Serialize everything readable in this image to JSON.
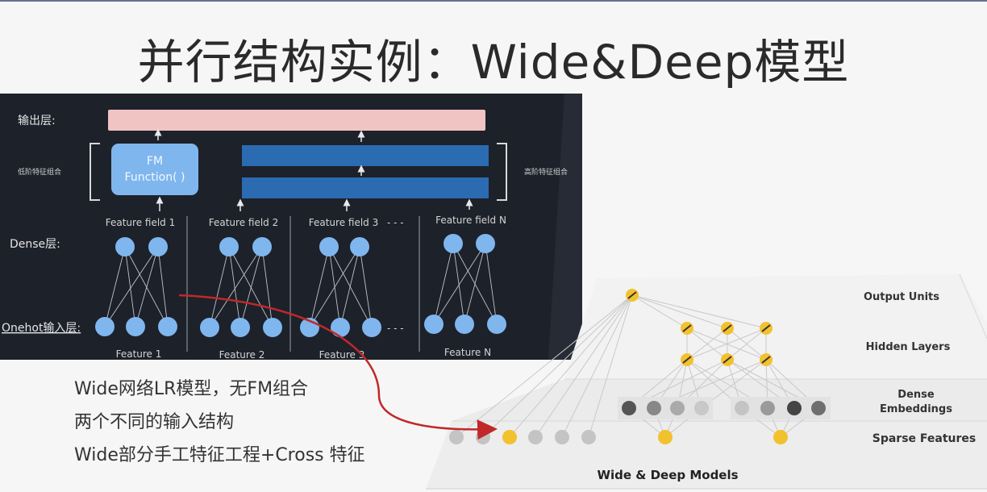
{
  "slide": {
    "title": "并行结构实例：Wide&Deep模型"
  },
  "fm_diagram": {
    "output_layer_label": "输出层:",
    "low_order_label": "低阶特征组合",
    "high_order_label": "高阶特征组合",
    "fm_box_line1": "FM",
    "fm_box_line2": "Function( )",
    "dense_layer_label": "Dense层:",
    "onehot_layer_label": "Onehot输入层:",
    "field_labels": [
      "Feature field 1",
      "Feature field 2",
      "Feature field 3",
      "Feature field N"
    ],
    "feature_labels": [
      "Feature 1",
      "Feature 2",
      "Feature 3",
      "Feature N"
    ],
    "ellipsis": "- - -",
    "colors": {
      "background": "#1d212a",
      "output_bar": "#f1c4c4",
      "fm_box": "#7fb6ee",
      "deep_bar": "#2a6bb2",
      "node": "#7fb6ee"
    }
  },
  "notes": [
    "Wide网络LR模型，无FM组合",
    "两个不同的输入结构",
    "Wide部分手工特征工程+Cross 特征"
  ],
  "wide_deep": {
    "output_units": "Output Units",
    "hidden_layers": "Hidden Layers",
    "dense_line1": "Dense",
    "dense_line2": "Embeddings",
    "sparse_features": "Sparse Features",
    "caption": "Wide & Deep Models",
    "colors": {
      "highlight": "#f2c12e",
      "sparse_gray": "#c4c4c4",
      "arrow": "#c0282a"
    }
  }
}
